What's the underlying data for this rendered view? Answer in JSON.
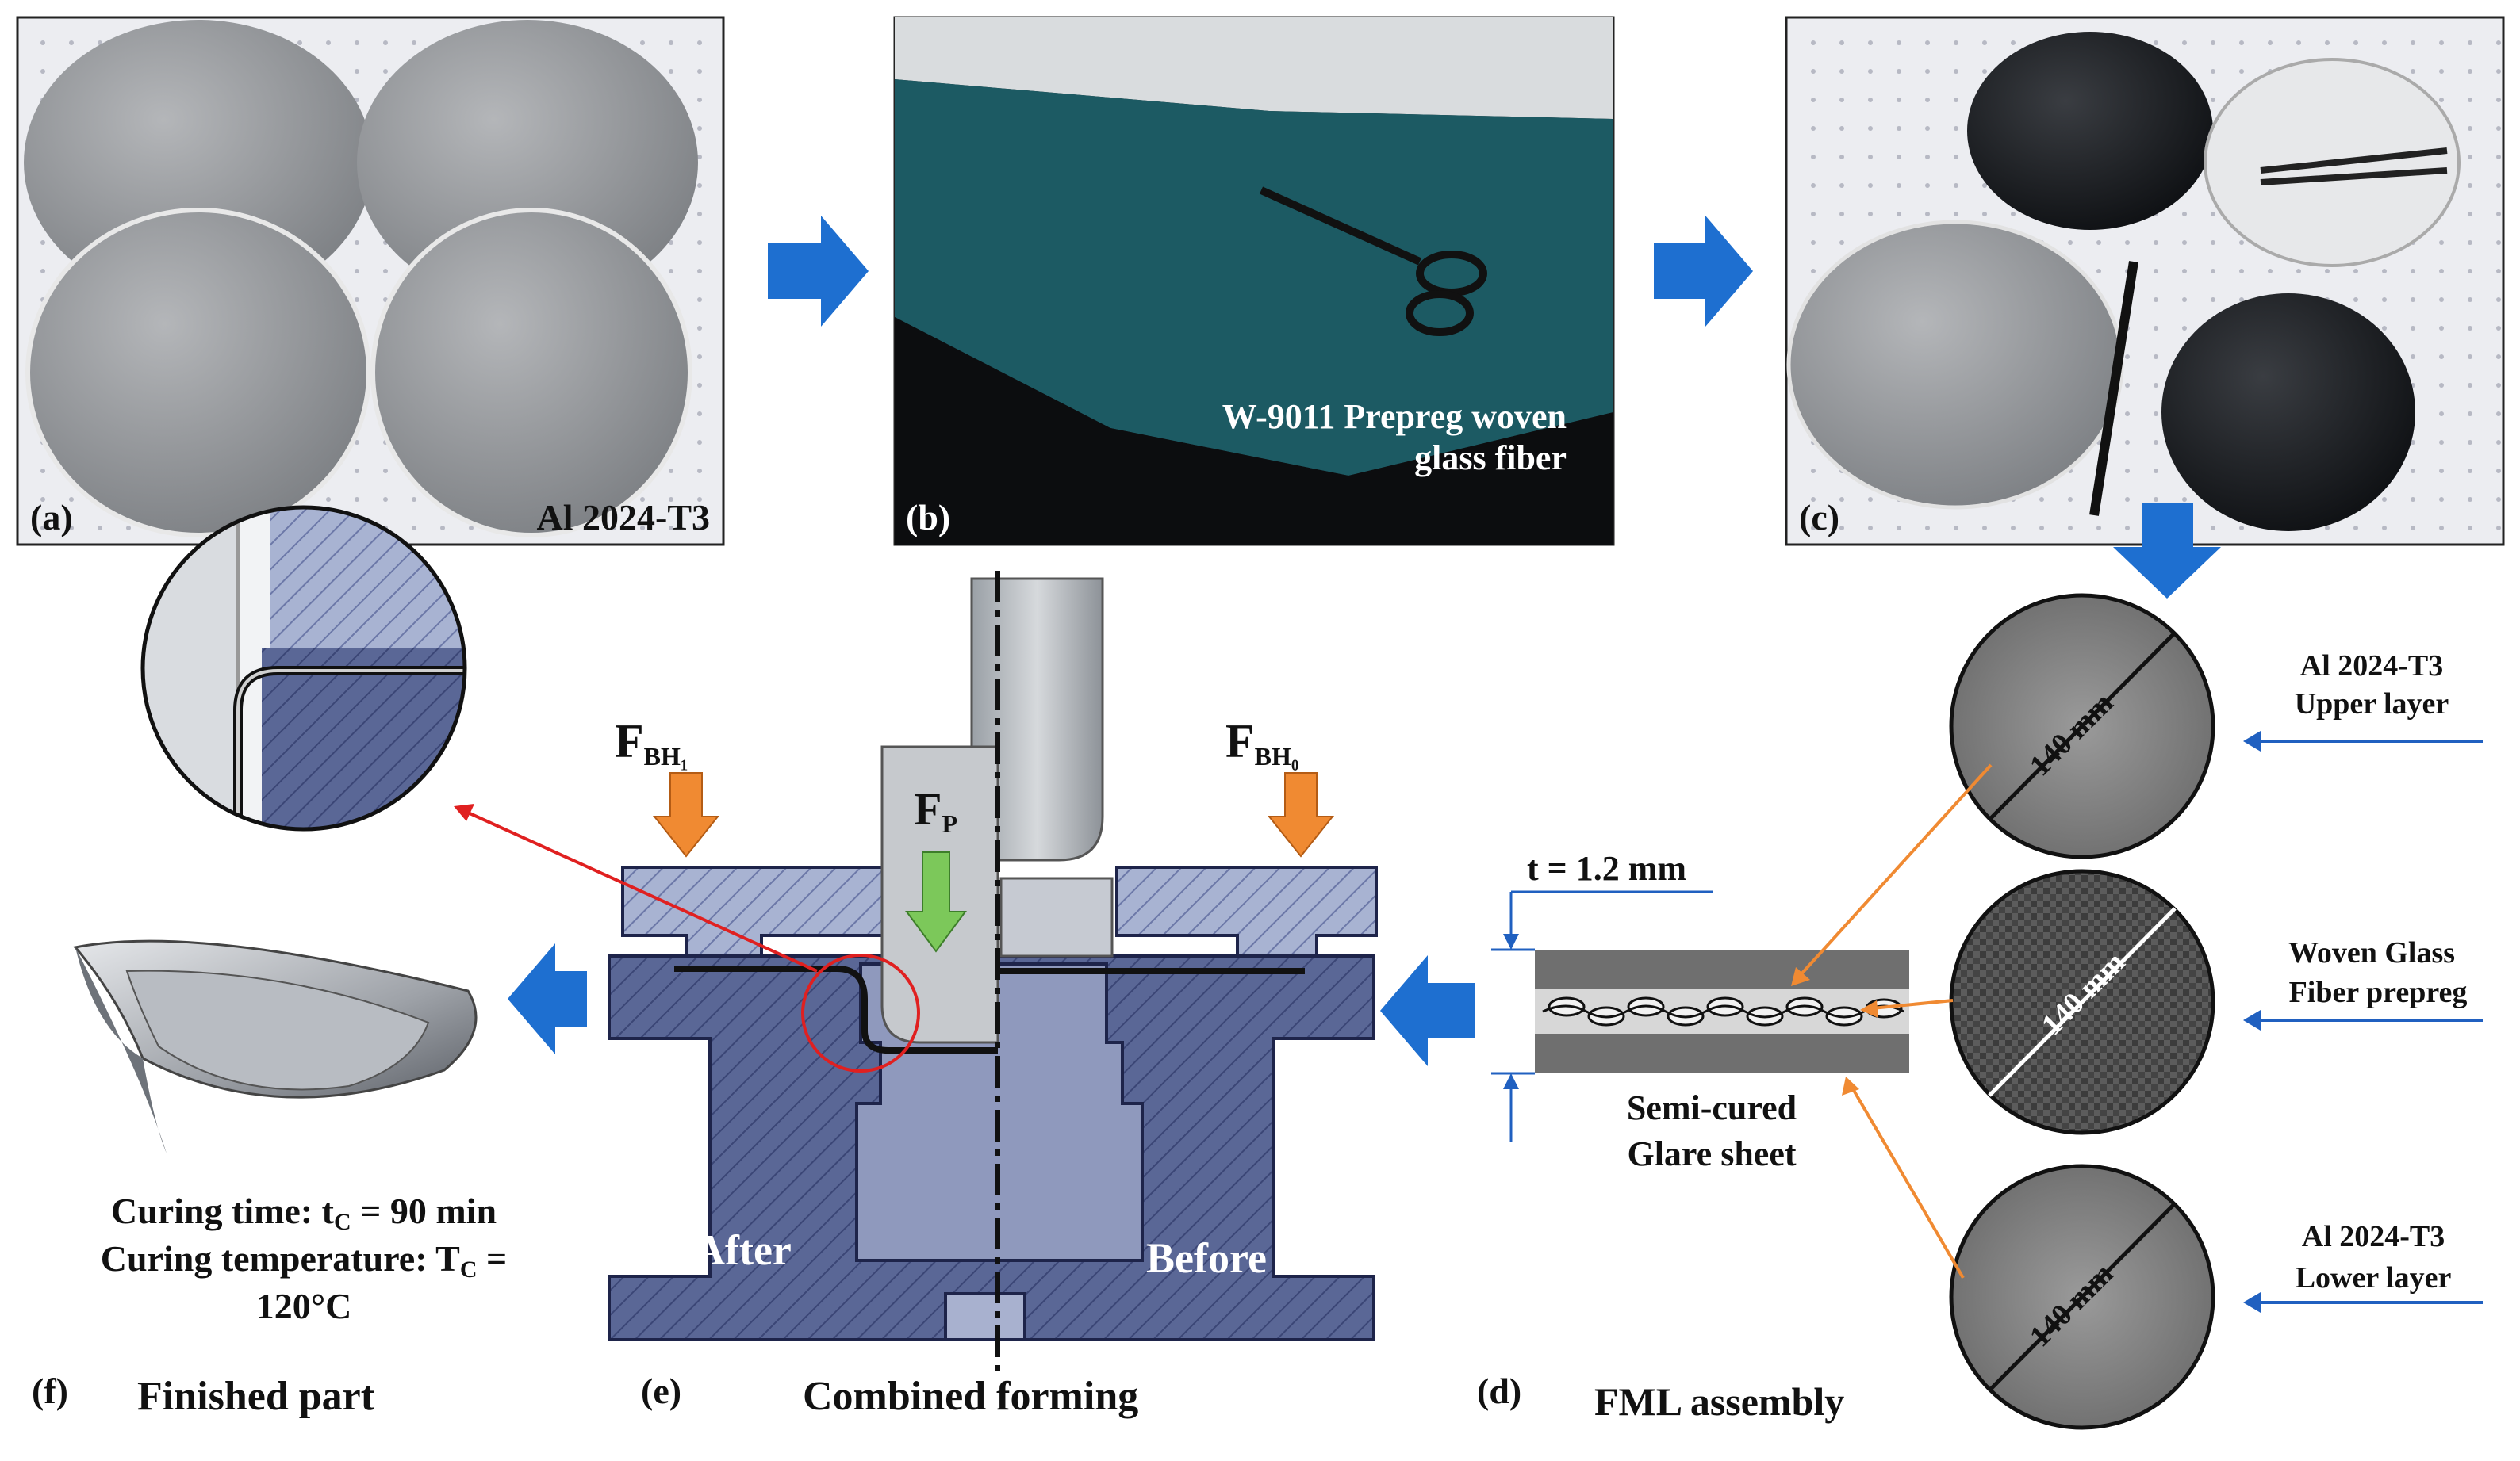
{
  "panels": {
    "a": {
      "tag": "(a)",
      "caption": "Al 2024-T3"
    },
    "b": {
      "tag": "(b)",
      "caption_line1": "W-9011 Prepreg woven",
      "caption_line2": "glass fiber"
    },
    "c": {
      "tag": "(c)"
    },
    "d": {
      "tag": "(d)",
      "title": "FML assembly",
      "thickness": "t = 1.2 mm",
      "sheet_line1": "Semi-cured",
      "sheet_line2": "Glare sheet",
      "layers": [
        {
          "dim": "140 mm",
          "line1": "Al 2024-T3",
          "line2": "Upper layer"
        },
        {
          "dim": "140 mm",
          "line1": "Woven Glass",
          "line2": "Fiber prepreg"
        },
        {
          "dim": "140 mm",
          "line1": "Al 2024-T3",
          "line2": "Lower layer"
        }
      ]
    },
    "e": {
      "tag": "(e)",
      "title": "Combined forming",
      "fbh1_main": "F",
      "fbh1_sub": "BH₁",
      "fbh0_main": "F",
      "fbh0_sub": "BH₀",
      "fp_main": "F",
      "fp_sub": "P",
      "after": "After",
      "before": "Before"
    },
    "f": {
      "tag": "(f)",
      "title": "Finished part",
      "cure_time_prefix": "Curing time: t",
      "cure_time_sub": "C",
      "cure_time_suffix": " = 90 min",
      "cure_temp_prefix": "Curing temperature: T",
      "cure_temp_sub": "C",
      "cure_temp_suffix": " =",
      "cure_temp_value": "120°C"
    }
  },
  "colors": {
    "flow_arrow": "#1e6fd0",
    "force_arrow": "#f08a32",
    "punch_arrow": "#7cc85a",
    "die": "#5a6796",
    "leader_orange": "#f08a32",
    "leader_red": "#e02020",
    "dim_blue": "#2060c0"
  },
  "icons": [
    "flow-arrow-icon",
    "force-arrow-icon",
    "red-circle-icon"
  ]
}
